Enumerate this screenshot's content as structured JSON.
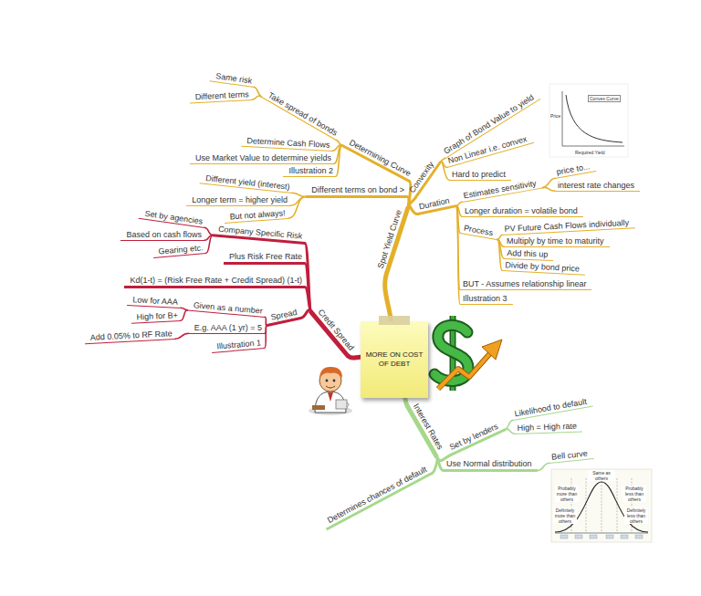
{
  "diagram": {
    "nodes": [
      {
        "text": [
          "MORE ON COST OF DEBT"
        ]
      },
      {
        "text": [
          "Spot Yield Curve"
        ]
      },
      {
        "text": [
          "Determining Curve"
        ]
      },
      {
        "text": [
          "Take spread of bonds"
        ]
      },
      {
        "text": [
          "Same risk"
        ]
      },
      {
        "text": [
          "Different terms"
        ]
      },
      {
        "text": [
          "Determine Cash Flows"
        ]
      },
      {
        "text": [
          "Use Market Value to determine yields"
        ]
      },
      {
        "text": [
          "Illustration 2"
        ]
      },
      {
        "text": [
          "Different terms on bond >"
        ]
      },
      {
        "text": [
          "Different yield (interest)"
        ]
      },
      {
        "text": [
          "Longer term = higher yield"
        ]
      },
      {
        "text": [
          "But not always!"
        ]
      },
      {
        "text": [
          "Convexity"
        ]
      },
      {
        "text": [
          "Graph of Bond Value to yield"
        ]
      },
      {
        "text": [
          "Non Linear i.e. convex"
        ]
      },
      {
        "text": [
          "Hard to predict"
        ]
      },
      {
        "text": [
          "Duration"
        ]
      },
      {
        "text": [
          "Estimates sensitivity"
        ]
      },
      {
        "text": [
          "price to..."
        ]
      },
      {
        "text": [
          "interest rate changes"
        ]
      },
      {
        "text": [
          "Longer duration = volatile bond"
        ]
      },
      {
        "text": [
          "Process"
        ]
      },
      {
        "text": [
          "PV Future Cash Flows individually"
        ]
      },
      {
        "text": [
          "Multiply by time to maturity"
        ]
      },
      {
        "text": [
          "Add this up"
        ]
      },
      {
        "text": [
          "Divide by bond price"
        ]
      },
      {
        "text": [
          "BUT - Assumes relationship linear"
        ]
      },
      {
        "text": [
          "Illustration 3"
        ]
      },
      {
        "text": [
          "Credit Spread"
        ]
      },
      {
        "text": [
          "Company Specific Risk"
        ]
      },
      {
        "text": [
          "Set by agencies"
        ]
      },
      {
        "text": [
          "Based on cash flows"
        ]
      },
      {
        "text": [
          "Gearing etc."
        ]
      },
      {
        "text": [
          "Plus Risk Free Rate"
        ]
      },
      {
        "text": [
          "Kd(1-t) = (Risk Free Rate + Credit Spread) (1-t)"
        ]
      },
      {
        "text": [
          "Spread"
        ]
      },
      {
        "text": [
          "Given as a number"
        ]
      },
      {
        "text": [
          "Low for AAA"
        ]
      },
      {
        "text": [
          "High for B+"
        ]
      },
      {
        "text": [
          "E.g. AAA (1 yr) = 5"
        ]
      },
      {
        "text": [
          "Add 0.05% to RF Rate"
        ]
      },
      {
        "text": [
          "Illustration 1"
        ]
      },
      {
        "text": [
          "Interest Rates"
        ]
      },
      {
        "text": [
          "Set by lenders"
        ]
      },
      {
        "text": [
          "Likelihood to default"
        ]
      },
      {
        "text": [
          "High = High rate"
        ]
      },
      {
        "text": [
          "Use Normal distribution"
        ]
      },
      {
        "text": [
          "Bell curve"
        ]
      },
      {
        "text": [
          "Determines chances of default"
        ]
      }
    ],
    "edges": [
      {
        "from": 0,
        "to": 1,
        "arrow": "none"
      },
      {
        "from": 1,
        "to": 2,
        "arrow": "none"
      },
      {
        "from": 2,
        "to": 3,
        "arrow": "none"
      },
      {
        "from": 3,
        "to": 4,
        "arrow": "none"
      },
      {
        "from": 3,
        "to": 5,
        "arrow": "none"
      },
      {
        "from": 2,
        "to": 6,
        "arrow": "none"
      },
      {
        "from": 2,
        "to": 7,
        "arrow": "none"
      },
      {
        "from": 2,
        "to": 8,
        "arrow": "none"
      },
      {
        "from": 1,
        "to": 9,
        "arrow": "none"
      },
      {
        "from": 9,
        "to": 10,
        "arrow": "none"
      },
      {
        "from": 9,
        "to": 11,
        "arrow": "none"
      },
      {
        "from": 9,
        "to": 12,
        "arrow": "none"
      },
      {
        "from": 1,
        "to": 13,
        "arrow": "none"
      },
      {
        "from": 13,
        "to": 14,
        "arrow": "none"
      },
      {
        "from": 13,
        "to": 15,
        "arrow": "none"
      },
      {
        "from": 13,
        "to": 16,
        "arrow": "none"
      },
      {
        "from": 1,
        "to": 17,
        "arrow": "none"
      },
      {
        "from": 17,
        "to": 18,
        "arrow": "none"
      },
      {
        "from": 18,
        "to": 19,
        "arrow": "none"
      },
      {
        "from": 18,
        "to": 20,
        "arrow": "none"
      },
      {
        "from": 17,
        "to": 21,
        "arrow": "none"
      },
      {
        "from": 17,
        "to": 22,
        "arrow": "none"
      },
      {
        "from": 22,
        "to": 23,
        "arrow": "none"
      },
      {
        "from": 22,
        "to": 24,
        "arrow": "none"
      },
      {
        "from": 22,
        "to": 25,
        "arrow": "none"
      },
      {
        "from": 22,
        "to": 26,
        "arrow": "none"
      },
      {
        "from": 17,
        "to": 27,
        "arrow": "none"
      },
      {
        "from": 17,
        "to": 28,
        "arrow": "none"
      },
      {
        "from": 0,
        "to": 29,
        "arrow": "none"
      },
      {
        "from": 29,
        "to": 30,
        "arrow": "none"
      },
      {
        "from": 30,
        "to": 31,
        "arrow": "none"
      },
      {
        "from": 30,
        "to": 32,
        "arrow": "none"
      },
      {
        "from": 30,
        "to": 33,
        "arrow": "none"
      },
      {
        "from": 29,
        "to": 34,
        "arrow": "none"
      },
      {
        "from": 29,
        "to": 35,
        "arrow": "none"
      },
      {
        "from": 29,
        "to": 36,
        "arrow": "none"
      },
      {
        "from": 36,
        "to": 37,
        "arrow": "none"
      },
      {
        "from": 37,
        "to": 38,
        "arrow": "none"
      },
      {
        "from": 37,
        "to": 39,
        "arrow": "none"
      },
      {
        "from": 36,
        "to": 40,
        "arrow": "none"
      },
      {
        "from": 40,
        "to": 41,
        "arrow": "none"
      },
      {
        "from": 36,
        "to": 42,
        "arrow": "none"
      },
      {
        "from": 0,
        "to": 43,
        "arrow": "none"
      },
      {
        "from": 43,
        "to": 44,
        "arrow": "none"
      },
      {
        "from": 44,
        "to": 45,
        "arrow": "none"
      },
      {
        "from": 44,
        "to": 46,
        "arrow": "none"
      },
      {
        "from": 43,
        "to": 47,
        "arrow": "none"
      },
      {
        "from": 47,
        "to": 48,
        "arrow": "none"
      },
      {
        "from": 43,
        "to": 49,
        "arrow": "none"
      }
    ],
    "labels": [
      "Price",
      "Convex Curve",
      "Required Yield",
      "Same as others",
      "Probably more than others",
      "Probably less than others",
      "Definitely more than others",
      "Definitely less than others"
    ]
  }
}
